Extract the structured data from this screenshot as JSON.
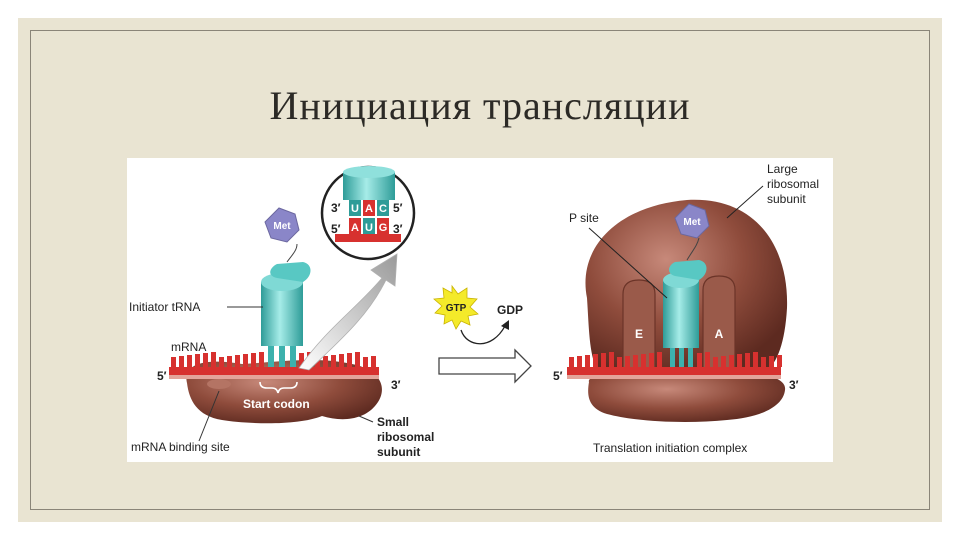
{
  "slide": {
    "title": "Инициация трансляции"
  },
  "diagram": {
    "left": {
      "met": "Met",
      "initiator_trna": "Initiator tRNA",
      "mrna": "mRNA",
      "five_prime": "5′",
      "three_prime": "3′",
      "start_codon": "Start codon",
      "small_subunit": [
        "Small",
        "ribosomal",
        "subunit"
      ],
      "mrna_binding_site": "mRNA binding site",
      "inset": {
        "top_left": "3′",
        "top_right": "5′",
        "bottom_left": "5′",
        "bottom_right": "3′",
        "anticodon": [
          "U",
          "A",
          "C"
        ],
        "codon": [
          "A",
          "U",
          "G"
        ]
      }
    },
    "middle": {
      "gtp": "GTP",
      "gdp": "GDP"
    },
    "right": {
      "met": "Met",
      "large_subunit": [
        "Large",
        "ribosomal",
        "subunit"
      ],
      "p_site": "P site",
      "e_site": "E",
      "a_site": "A",
      "five_prime": "5′",
      "three_prime": "3′",
      "complex": "Translation initiation complex"
    }
  },
  "colors": {
    "ribosome": "#8c4a3a",
    "trna": "#4fc1bd",
    "mrna": "#d7312f",
    "met": "#8a86c8",
    "gtp": "#f4ea2a",
    "slide_bg": "#e9e4d2"
  }
}
